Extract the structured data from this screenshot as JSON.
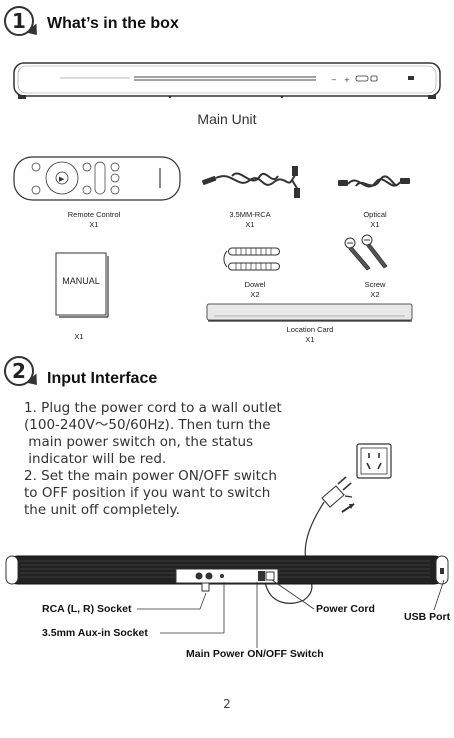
{
  "section1": {
    "number": "1",
    "title": "What’s in the box"
  },
  "main_unit": {
    "label": "Main Unit"
  },
  "items": {
    "remote": {
      "name": "Remote Control",
      "qty": "X1"
    },
    "rca": {
      "name": "3.5MM-RCA",
      "qty": "X1"
    },
    "optical": {
      "name": "Optical",
      "qty": "X1"
    },
    "manual": {
      "name": "MANUAL",
      "qty": "X1"
    },
    "dowel": {
      "name": "Dowel",
      "qty": "X2"
    },
    "screw": {
      "name": "Screw",
      "qty": "X2"
    },
    "location_card": {
      "name": "Location Card",
      "qty": "X1"
    }
  },
  "section2": {
    "number": "2",
    "title": "Input Interface",
    "instructions": [
      "1. Plug the power cord to a wall outlet",
      "(100-240V～50/60Hz). Then turn the",
      " main power switch on, the status",
      " indicator will be red.",
      "2. Set the main power ON/OFF switch",
      "to OFF position if you want to switch",
      "the unit off completely."
    ]
  },
  "callouts": {
    "rca_socket": "RCA (L, R) Socket",
    "aux_socket": "3.5mm Aux-in Socket",
    "power_switch": "Main Power ON/OFF Switch",
    "power_cord": "Power Cord",
    "usb_port": "USB Port"
  },
  "page_number": "2"
}
